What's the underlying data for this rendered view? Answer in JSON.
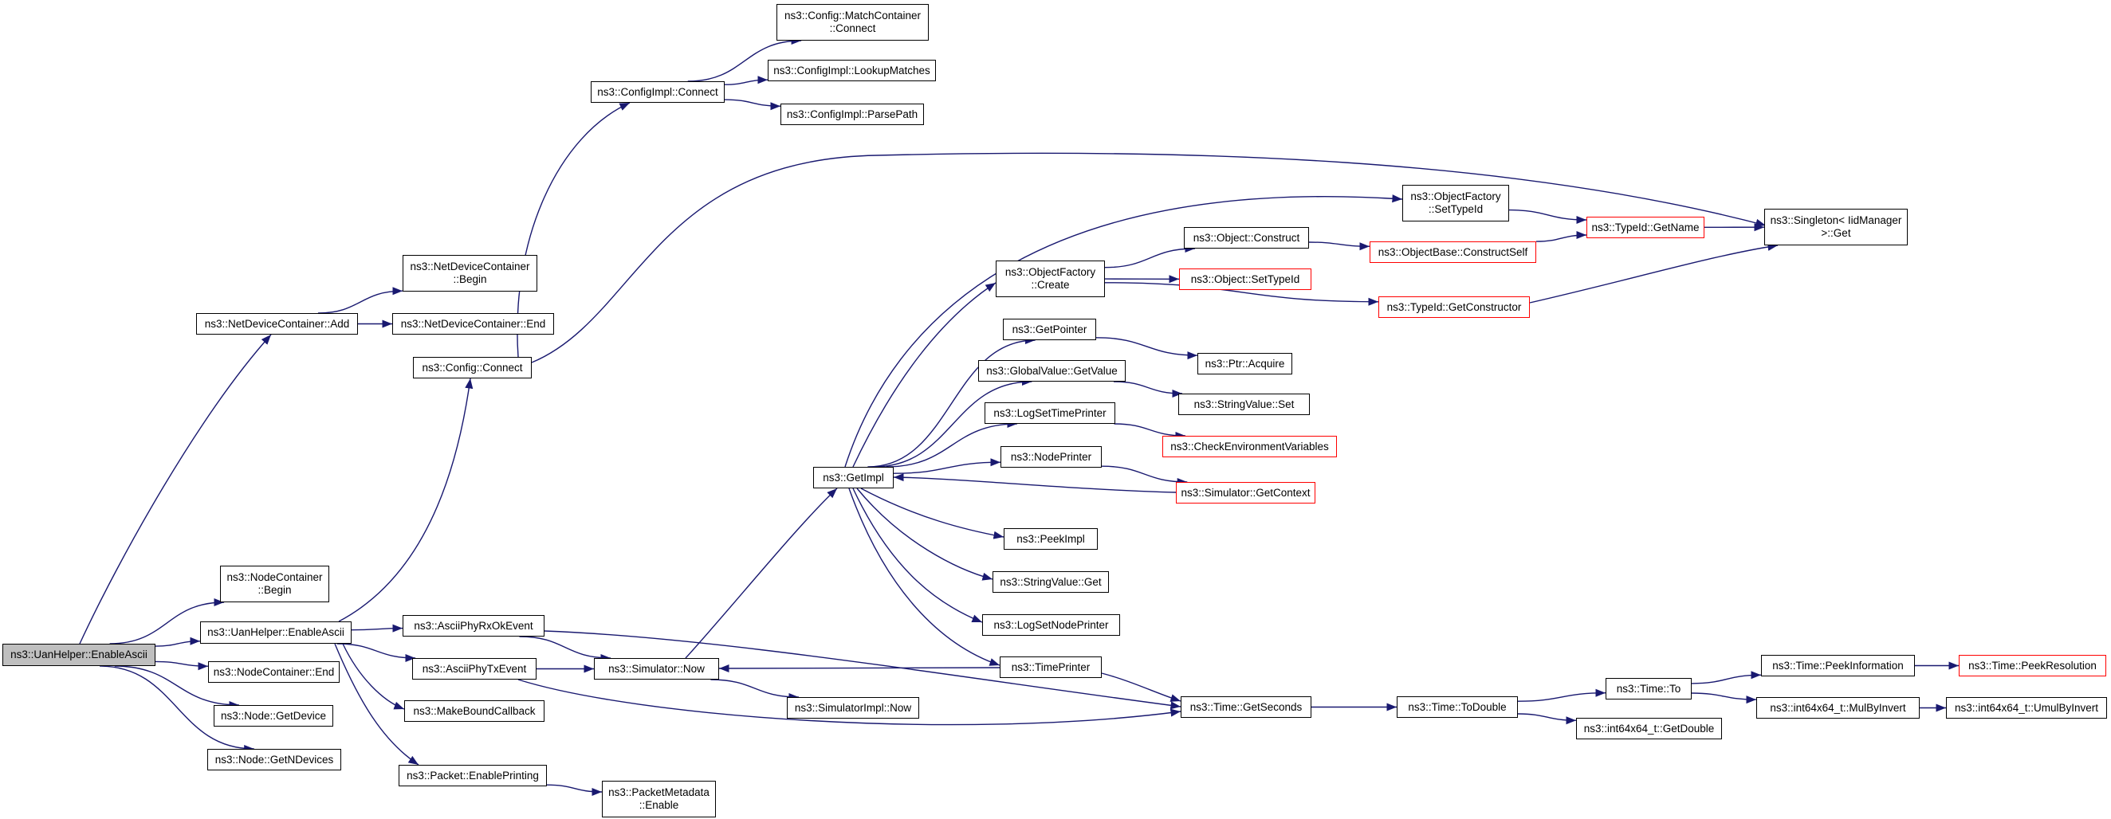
{
  "colors": {
    "edge": "#191970",
    "root_fill": "#bfbfbf",
    "node_border": "#000000",
    "external_node_border": "#ff0000",
    "background": "#ffffff"
  },
  "nodes": {
    "root": {
      "lines": [
        "ns3::UanHelper::EnableAscii"
      ]
    },
    "netdevicecontainer_add": {
      "lines": [
        "ns3::NetDeviceContainer::Add"
      ]
    },
    "netdevicecontainer_begin": {
      "lines": [
        "ns3::NetDeviceContainer",
        "::Begin"
      ]
    },
    "netdevicecontainer_end": {
      "lines": [
        "ns3::NetDeviceContainer::End"
      ]
    },
    "nodecontainer_begin": {
      "lines": [
        "ns3::NodeContainer",
        "::Begin"
      ]
    },
    "uanhelper_enableascii": {
      "lines": [
        "ns3::UanHelper::EnableAscii"
      ]
    },
    "nodecontainer_end": {
      "lines": [
        "ns3::NodeContainer::End"
      ]
    },
    "node_getdevice": {
      "lines": [
        "ns3::Node::GetDevice"
      ]
    },
    "node_getndevices": {
      "lines": [
        "ns3::Node::GetNDevices"
      ]
    },
    "config_connect": {
      "lines": [
        "ns3::Config::Connect"
      ]
    },
    "configimpl_connect": {
      "lines": [
        "ns3::ConfigImpl::Connect"
      ]
    },
    "config_matchcontainer_connect": {
      "lines": [
        "ns3::Config::MatchContainer",
        "::Connect"
      ]
    },
    "configimpl_lookupmatches": {
      "lines": [
        "ns3::ConfigImpl::LookupMatches"
      ]
    },
    "configimpl_parsepath": {
      "lines": [
        "ns3::ConfigImpl::ParsePath"
      ]
    },
    "asciiphyrxokevent": {
      "lines": [
        "ns3::AsciiPhyRxOkEvent"
      ]
    },
    "asciiphytxevent": {
      "lines": [
        "ns3::AsciiPhyTxEvent"
      ]
    },
    "makeboundcallback": {
      "lines": [
        "ns3::MakeBoundCallback"
      ]
    },
    "packet_enableprinting": {
      "lines": [
        "ns3::Packet::EnablePrinting"
      ]
    },
    "packetmetadata_enable": {
      "lines": [
        "ns3::PacketMetadata",
        "::Enable"
      ]
    },
    "simulator_now": {
      "lines": [
        "ns3::Simulator::Now"
      ]
    },
    "simulatorimpl_now": {
      "lines": [
        "ns3::SimulatorImpl::Now"
      ]
    },
    "getimpl": {
      "lines": [
        "ns3::GetImpl"
      ]
    },
    "objectfactory_create": {
      "lines": [
        "ns3::ObjectFactory",
        "::Create"
      ]
    },
    "getpointer": {
      "lines": [
        "ns3::GetPointer"
      ]
    },
    "globalvalue_getvalue": {
      "lines": [
        "ns3::GlobalValue::GetValue"
      ]
    },
    "logsettimeprinter": {
      "lines": [
        "ns3::LogSetTimePrinter"
      ]
    },
    "nodeprinter": {
      "lines": [
        "ns3::NodePrinter"
      ]
    },
    "peekimpl": {
      "lines": [
        "ns3::PeekImpl"
      ]
    },
    "stringvalue_get": {
      "lines": [
        "ns3::StringValue::Get"
      ]
    },
    "logsetnodeprinter": {
      "lines": [
        "ns3::LogSetNodePrinter"
      ]
    },
    "timeprinter": {
      "lines": [
        "ns3::TimePrinter"
      ]
    },
    "objectfactory_settypeid": {
      "lines": [
        "ns3::ObjectFactory",
        "::SetTypeId"
      ]
    },
    "object_construct": {
      "lines": [
        "ns3::Object::Construct"
      ]
    },
    "object_settypeid": {
      "lines": [
        "ns3::Object::SetTypeId"
      ]
    },
    "ptr_acquire": {
      "lines": [
        "ns3::Ptr::Acquire"
      ]
    },
    "stringvalue_set": {
      "lines": [
        "ns3::StringValue::Set"
      ]
    },
    "checkenvironmentvariables": {
      "lines": [
        "ns3::CheckEnvironmentVariables"
      ]
    },
    "simulator_getcontext": {
      "lines": [
        "ns3::Simulator::GetContext"
      ]
    },
    "objectbase_constructself": {
      "lines": [
        "ns3::ObjectBase::ConstructSelf"
      ]
    },
    "typeid_getconstructor": {
      "lines": [
        "ns3::TypeId::GetConstructor"
      ]
    },
    "typeid_getname": {
      "lines": [
        "ns3::TypeId::GetName"
      ]
    },
    "singleton_get": {
      "lines": [
        "ns3::Singleton< IidManager",
        " >::Get"
      ]
    },
    "time_getseconds": {
      "lines": [
        "ns3::Time::GetSeconds"
      ]
    },
    "time_todouble": {
      "lines": [
        "ns3::Time::ToDouble"
      ]
    },
    "time_to": {
      "lines": [
        "ns3::Time::To"
      ]
    },
    "int64x64_getdouble": {
      "lines": [
        "ns3::int64x64_t::GetDouble"
      ]
    },
    "time_peekinformation": {
      "lines": [
        "ns3::Time::PeekInformation"
      ]
    },
    "int64x64_mulbyinvert": {
      "lines": [
        "ns3::int64x64_t::MulByInvert"
      ]
    },
    "time_peekresolution": {
      "lines": [
        "ns3::Time::PeekResolution"
      ]
    },
    "int64x64_umulbyinvert": {
      "lines": [
        "ns3::int64x64_t::UmulByInvert"
      ]
    }
  },
  "edges": [
    [
      "root",
      "netdevicecontainer_add"
    ],
    [
      "root",
      "nodecontainer_begin"
    ],
    [
      "root",
      "uanhelper_enableascii"
    ],
    [
      "root",
      "nodecontainer_end"
    ],
    [
      "root",
      "node_getdevice"
    ],
    [
      "root",
      "node_getndevices"
    ],
    [
      "netdevicecontainer_add",
      "netdevicecontainer_begin"
    ],
    [
      "netdevicecontainer_add",
      "netdevicecontainer_end"
    ],
    [
      "uanhelper_enableascii",
      "config_connect"
    ],
    [
      "uanhelper_enableascii",
      "asciiphyrxokevent"
    ],
    [
      "uanhelper_enableascii",
      "asciiphytxevent"
    ],
    [
      "uanhelper_enableascii",
      "makeboundcallback"
    ],
    [
      "uanhelper_enableascii",
      "packet_enableprinting"
    ],
    [
      "config_connect",
      "configimpl_connect"
    ],
    [
      "config_connect",
      "singleton_get"
    ],
    [
      "configimpl_connect",
      "config_matchcontainer_connect"
    ],
    [
      "configimpl_connect",
      "configimpl_lookupmatches"
    ],
    [
      "configimpl_connect",
      "configimpl_parsepath"
    ],
    [
      "asciiphyrxokevent",
      "simulator_now"
    ],
    [
      "asciiphyrxokevent",
      "time_getseconds"
    ],
    [
      "asciiphytxevent",
      "simulator_now"
    ],
    [
      "asciiphytxevent",
      "time_getseconds"
    ],
    [
      "packet_enableprinting",
      "packetmetadata_enable"
    ],
    [
      "simulator_now",
      "getimpl"
    ],
    [
      "simulator_now",
      "simulatorimpl_now"
    ],
    [
      "getimpl",
      "objectfactory_settypeid"
    ],
    [
      "getimpl",
      "objectfactory_create"
    ],
    [
      "getimpl",
      "getpointer"
    ],
    [
      "getimpl",
      "globalvalue_getvalue"
    ],
    [
      "getimpl",
      "logsettimeprinter"
    ],
    [
      "getimpl",
      "nodeprinter"
    ],
    [
      "getimpl",
      "peekimpl"
    ],
    [
      "getimpl",
      "stringvalue_get"
    ],
    [
      "getimpl",
      "logsetnodeprinter"
    ],
    [
      "getimpl",
      "timeprinter"
    ],
    [
      "objectfactory_create",
      "object_construct"
    ],
    [
      "objectfactory_create",
      "object_settypeid"
    ],
    [
      "objectfactory_create",
      "typeid_getconstructor"
    ],
    [
      "getpointer",
      "ptr_acquire"
    ],
    [
      "globalvalue_getvalue",
      "stringvalue_set"
    ],
    [
      "logsettimeprinter",
      "checkenvironmentvariables"
    ],
    [
      "nodeprinter",
      "simulator_getcontext"
    ],
    [
      "simulator_getcontext",
      "getimpl"
    ],
    [
      "timeprinter",
      "simulator_now"
    ],
    [
      "timeprinter",
      "time_getseconds"
    ],
    [
      "objectfactory_settypeid",
      "typeid_getname"
    ],
    [
      "object_construct",
      "objectbase_constructself"
    ],
    [
      "objectbase_constructself",
      "typeid_getname"
    ],
    [
      "typeid_getconstructor",
      "singleton_get"
    ],
    [
      "typeid_getname",
      "singleton_get"
    ],
    [
      "time_getseconds",
      "time_todouble"
    ],
    [
      "time_todouble",
      "time_to"
    ],
    [
      "time_todouble",
      "int64x64_getdouble"
    ],
    [
      "time_to",
      "time_peekinformation"
    ],
    [
      "time_to",
      "int64x64_mulbyinvert"
    ],
    [
      "time_peekinformation",
      "time_peekresolution"
    ],
    [
      "int64x64_mulbyinvert",
      "int64x64_umulbyinvert"
    ]
  ]
}
